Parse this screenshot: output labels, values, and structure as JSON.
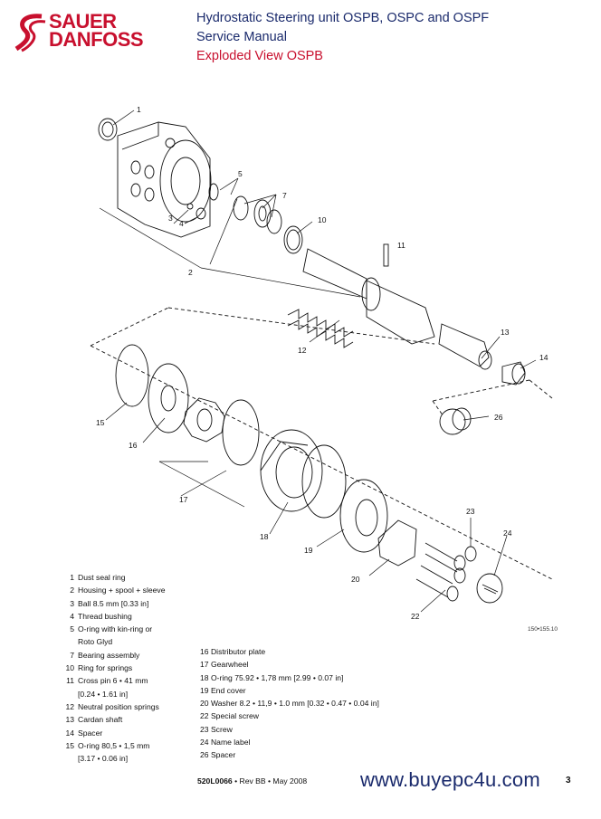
{
  "brand": {
    "line1": "SAUER",
    "line2": "DANFOSS",
    "red": "#c8102e",
    "navy": "#1a2a6c"
  },
  "header": {
    "title": "Hydrostatic Steering unit OSPB, OSPC and OSPF",
    "subtitle": "Service Manual",
    "section": "Exploded View OSPB"
  },
  "callouts": [
    "1",
    "2",
    "3",
    "4",
    "5",
    "7",
    "10",
    "11",
    "12",
    "13",
    "14",
    "15",
    "16",
    "17",
    "18",
    "19",
    "20",
    "22",
    "23",
    "24",
    "26"
  ],
  "drawing_number": "150•155.10",
  "legend_left": [
    {
      "num": "1",
      "text": "Dust seal ring"
    },
    {
      "num": "2",
      "text": "Housing + spool + sleeve"
    },
    {
      "num": "3",
      "text": "Ball 8.5 mm [0.33 in]"
    },
    {
      "num": "4",
      "text": "Thread bushing"
    },
    {
      "num": "5",
      "text": "O-ring  with kin-ring or"
    },
    {
      "num": "",
      "text": "Roto Glyd"
    },
    {
      "num": "7",
      "text": "Bearing assembly"
    },
    {
      "num": "10",
      "text": "Ring for springs"
    },
    {
      "num": "11",
      "text": "Cross pin 6 • 41 mm"
    },
    {
      "num": "",
      "text": "[0.24 • 1.61 in]"
    },
    {
      "num": "12",
      "text": "Neutral position springs"
    },
    {
      "num": "13",
      "text": "Cardan shaft"
    },
    {
      "num": "14",
      "text": "Spacer"
    },
    {
      "num": "15",
      "text": "O-ring 80,5 • 1,5 mm"
    },
    {
      "num": "",
      "text": "[3.17 • 0.06 in]"
    }
  ],
  "legend_right": [
    {
      "num": "16",
      "text": "Distributor plate"
    },
    {
      "num": "17",
      "text": "Gearwheel"
    },
    {
      "num": "18",
      "text": "O-ring 75.92 • 1,78 mm [2.99 • 0.07 in]"
    },
    {
      "num": "19",
      "text": "End cover"
    },
    {
      "num": "20",
      "text": "Washer 8.2 • 11,9 • 1.0 mm [0.32 • 0.47 • 0.04 in]"
    },
    {
      "num": "22",
      "text": "Special screw"
    },
    {
      "num": "23",
      "text": "Screw"
    },
    {
      "num": "24",
      "text": "Name label"
    },
    {
      "num": "26",
      "text": "Spacer"
    }
  ],
  "footer": {
    "doc_number": "520L0066",
    "rev": " • Rev BB • May 2008",
    "website": "www.buyepc4u.com",
    "page": "3"
  }
}
